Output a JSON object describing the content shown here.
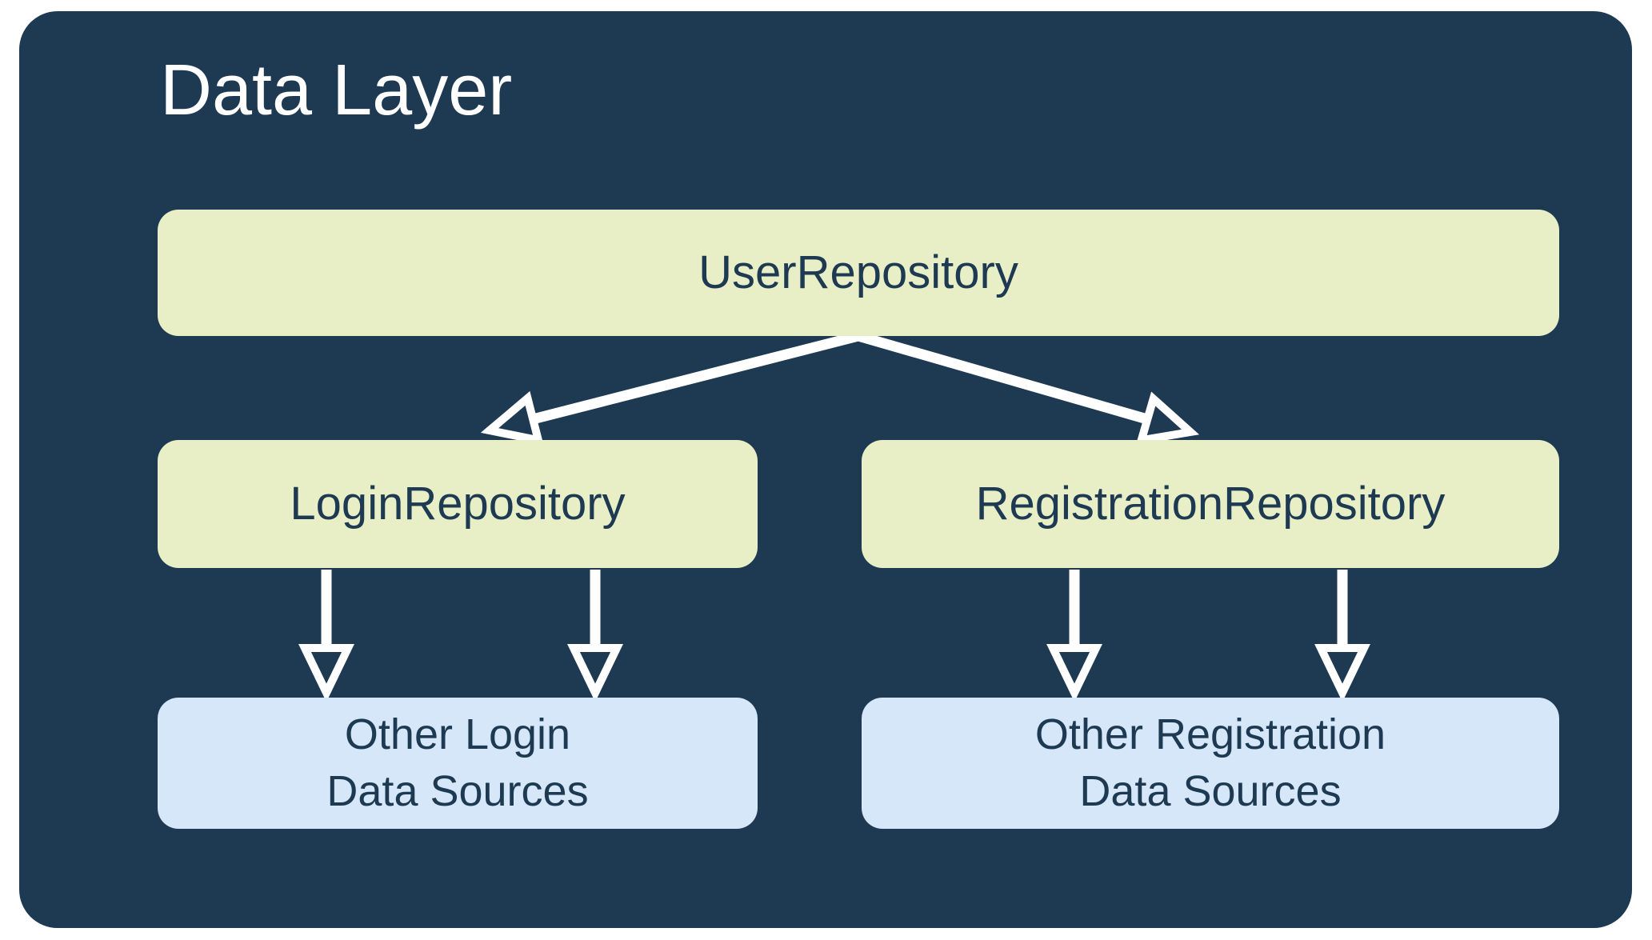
{
  "diagram": {
    "title": "Data Layer",
    "nodes": {
      "user_repository": {
        "label": "UserRepository"
      },
      "login_repository": {
        "label": "LoginRepository"
      },
      "registration_repository": {
        "label": "RegistrationRepository"
      },
      "other_login_sources": {
        "line1": "Other Login",
        "line2": "Data Sources"
      },
      "other_registration_sources": {
        "line1": "Other Registration",
        "line2": "Data Sources"
      }
    },
    "edges": [
      {
        "from": "UserRepository",
        "to": "LoginRepository"
      },
      {
        "from": "UserRepository",
        "to": "RegistrationRepository"
      },
      {
        "from": "LoginRepository",
        "to": "Other Login Data Sources"
      },
      {
        "from": "LoginRepository",
        "to": "Other Login Data Sources"
      },
      {
        "from": "RegistrationRepository",
        "to": "Other Registration Data Sources"
      },
      {
        "from": "RegistrationRepository",
        "to": "Other Registration Data Sources"
      }
    ],
    "colors": {
      "page_background": "#FFFFFF",
      "container_background": "#1E3A52",
      "repository_box": "#E8EFC7",
      "data_source_box": "#D5E7F9",
      "box_text": "#1E3A52",
      "title_text": "#FFFFFF",
      "arrow": "#FFFFFF"
    }
  }
}
